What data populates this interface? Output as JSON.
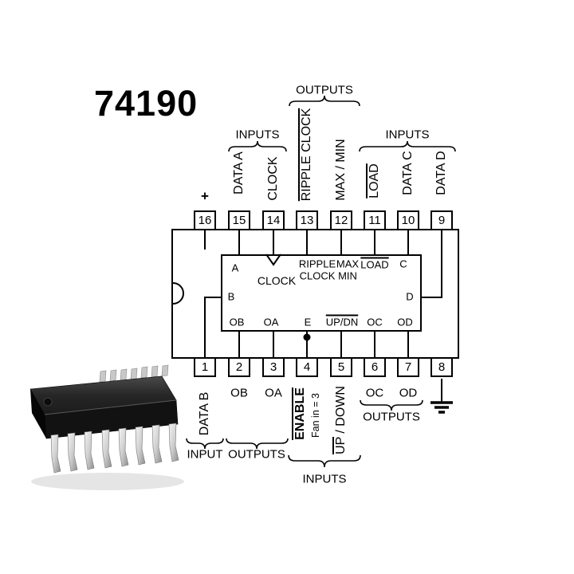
{
  "title": "74190",
  "top_groups": {
    "outputs": "OUTPUTS",
    "inputs_left": "INPUTS",
    "inputs_right": "INPUTS"
  },
  "bottom_groups": {
    "input": "INPUT",
    "outputs_left": "OUTPUTS",
    "inputs_mid": "INPUTS",
    "outputs_right": "OUTPUTS"
  },
  "top_pins": [
    {
      "num": "16",
      "label": "+"
    },
    {
      "num": "15",
      "label": "DATA A"
    },
    {
      "num": "14",
      "label": "CLOCK"
    },
    {
      "num": "13",
      "label": "RIPPLE CLOCK"
    },
    {
      "num": "12",
      "label": "MAX / MIN"
    },
    {
      "num": "11",
      "label": "LOAD"
    },
    {
      "num": "10",
      "label": "DATA C"
    },
    {
      "num": "9",
      "label": "DATA D"
    }
  ],
  "bottom_pins": [
    {
      "num": "1",
      "label": "DATA B"
    },
    {
      "num": "2",
      "label": "OB"
    },
    {
      "num": "3",
      "label": "OA"
    },
    {
      "num": "4",
      "label": "ENABLE",
      "sublabel": "Fan in = 3"
    },
    {
      "num": "5",
      "label_overline": "UP",
      "label_rest": " / DOWN"
    },
    {
      "num": "6",
      "label": "OC"
    },
    {
      "num": "7",
      "label": "OD"
    },
    {
      "num": "8"
    }
  ],
  "inner_block": {
    "a": "A",
    "clock": "CLOCK",
    "ripple_line1": "RIPPLE",
    "ripple_line2": "CLOCK",
    "max": "MAX",
    "min": "MIN",
    "load": "LOAD",
    "c": "C",
    "b": "B",
    "d": "D",
    "ob": "OB",
    "oa": "OA",
    "e": "E",
    "updn": "UP/DN",
    "oc": "OC",
    "od": "OD"
  }
}
